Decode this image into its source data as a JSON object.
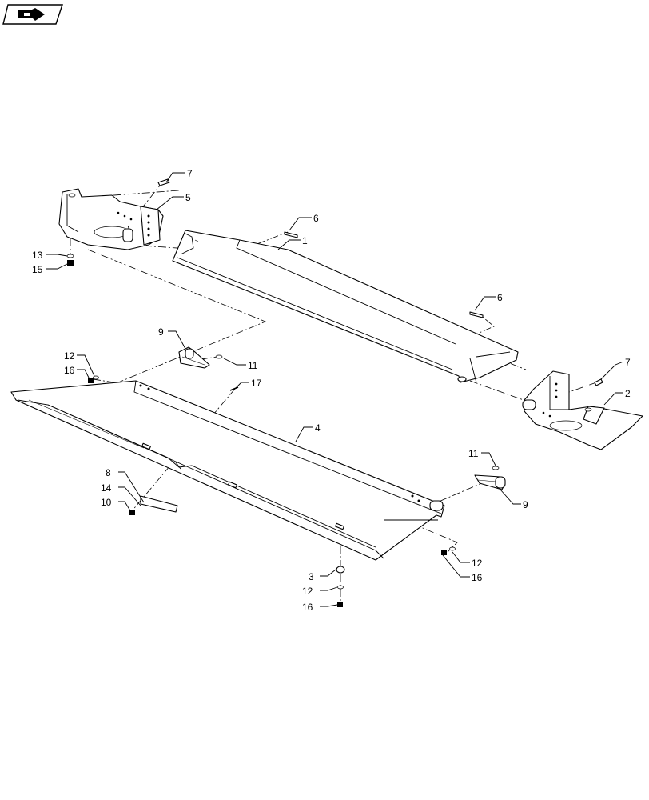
{
  "nav_icon": {
    "name": "arrow-folder-icon"
  },
  "callouts": [
    {
      "id": "c1",
      "label": "1"
    },
    {
      "id": "c2",
      "label": "2"
    },
    {
      "id": "c3",
      "label": "3"
    },
    {
      "id": "c4",
      "label": "4"
    },
    {
      "id": "c5",
      "label": "5"
    },
    {
      "id": "c6a",
      "label": "6"
    },
    {
      "id": "c6b",
      "label": "6"
    },
    {
      "id": "c7a",
      "label": "7"
    },
    {
      "id": "c7b",
      "label": "7"
    },
    {
      "id": "c8",
      "label": "8"
    },
    {
      "id": "c9a",
      "label": "9"
    },
    {
      "id": "c9b",
      "label": "9"
    },
    {
      "id": "c10",
      "label": "10"
    },
    {
      "id": "c11a",
      "label": "11"
    },
    {
      "id": "c11b",
      "label": "11"
    },
    {
      "id": "c12a",
      "label": "12"
    },
    {
      "id": "c12b",
      "label": "12"
    },
    {
      "id": "c12c",
      "label": "12"
    },
    {
      "id": "c13",
      "label": "13"
    },
    {
      "id": "c14",
      "label": "14"
    },
    {
      "id": "c15",
      "label": "15"
    },
    {
      "id": "c16a",
      "label": "16"
    },
    {
      "id": "c16b",
      "label": "16"
    },
    {
      "id": "c16c",
      "label": "16"
    },
    {
      "id": "c17",
      "label": "17"
    }
  ]
}
